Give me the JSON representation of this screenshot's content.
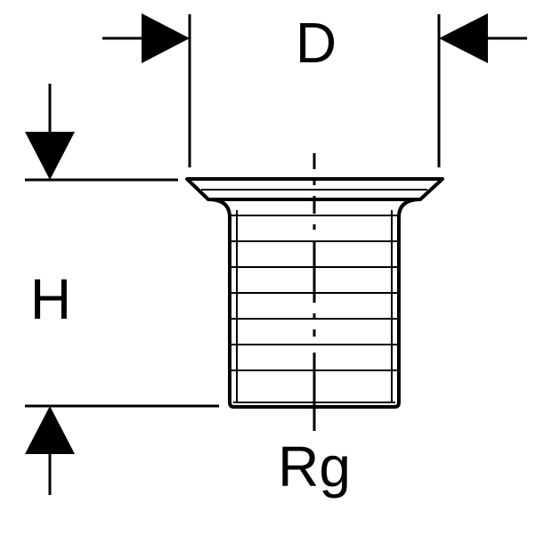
{
  "labels": {
    "diameter": "D",
    "height": "H",
    "thread": "Rg"
  },
  "colors": {
    "stroke": "#000000",
    "background": "#ffffff"
  }
}
